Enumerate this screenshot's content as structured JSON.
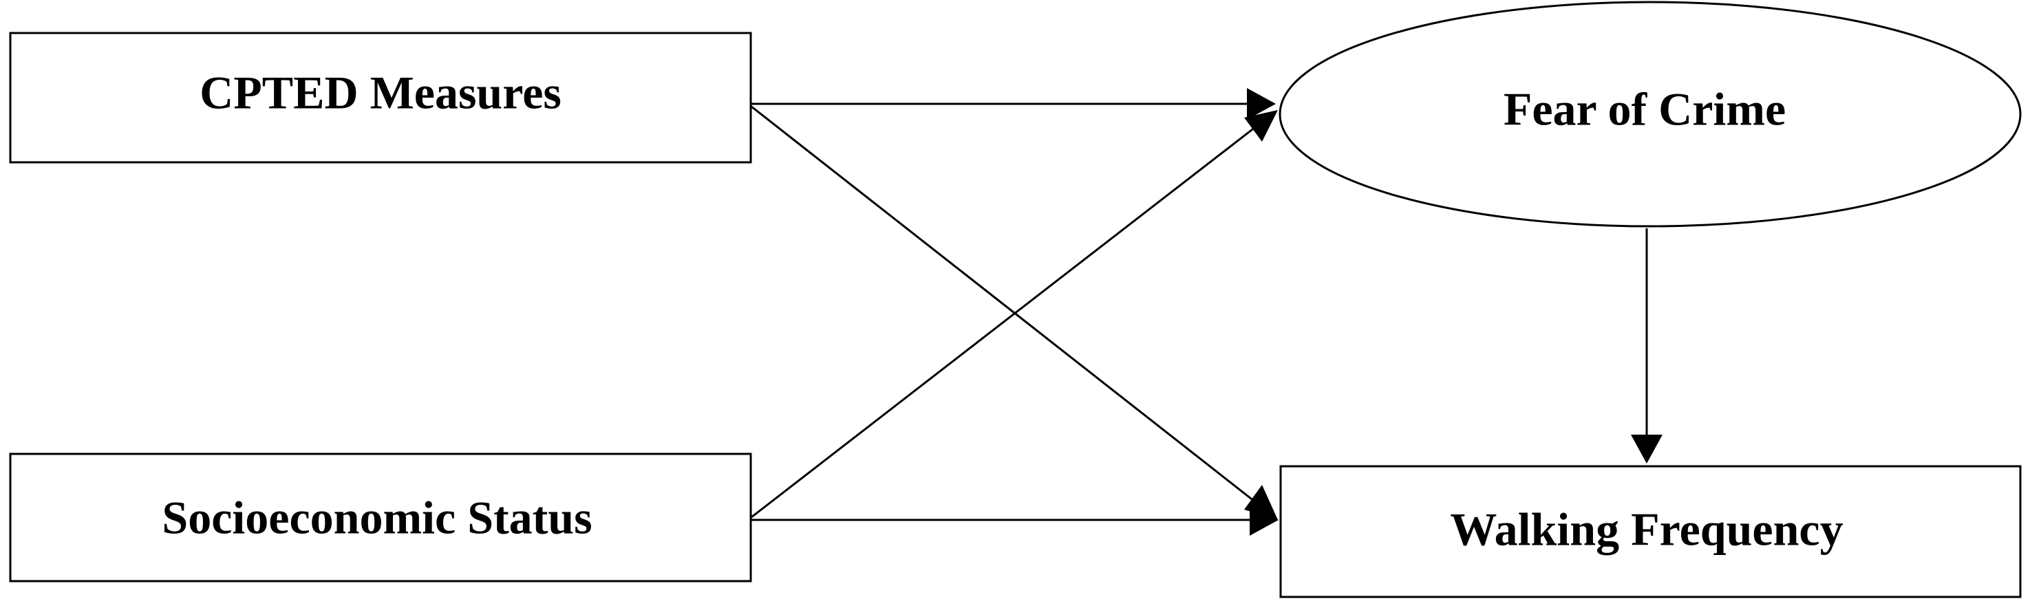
{
  "diagram": {
    "nodes": {
      "cpted": {
        "label": "CPTED Measures",
        "shape": "rectangle"
      },
      "ses": {
        "label": "Socioeconomic Status",
        "shape": "rectangle"
      },
      "fear": {
        "label": "Fear of Crime",
        "shape": "ellipse"
      },
      "walking": {
        "label": "Walking Frequency",
        "shape": "rectangle"
      }
    },
    "edges": [
      {
        "from": "CPTED Measures",
        "to": "Fear of Crime"
      },
      {
        "from": "CPTED Measures",
        "to": "Walking Frequency"
      },
      {
        "from": "Socioeconomic Status",
        "to": "Fear of Crime"
      },
      {
        "from": "Socioeconomic Status",
        "to": "Walking Frequency"
      },
      {
        "from": "Fear of Crime",
        "to": "Walking Frequency"
      }
    ],
    "colors": {
      "stroke": "#000000",
      "fill": "#ffffff"
    }
  }
}
